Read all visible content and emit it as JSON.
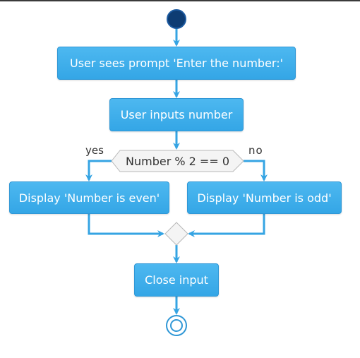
{
  "nodes": {
    "prompt": "User sees prompt 'Enter the number:'",
    "input": "User inputs number",
    "decision": "Number % 2 == 0",
    "even": "Display 'Number is even'",
    "odd": "Display 'Number is odd'",
    "close": "Close input"
  },
  "branches": {
    "yes": "yes",
    "no": "no"
  },
  "colors": {
    "action_fill": "#42aeec",
    "edge": "#35a4e3",
    "start": "#0d3c73",
    "decision_fill": "#f4f4f4",
    "decision_stroke": "#b8b8b8"
  }
}
